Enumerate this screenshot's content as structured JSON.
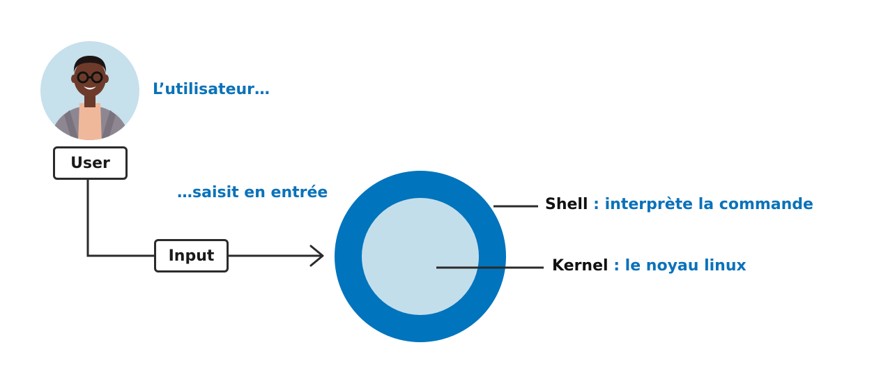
{
  "user": {
    "box_label": "User",
    "caption": "L’utilisateur…"
  },
  "input": {
    "box_label": "Input",
    "caption": "…saisit en entrée"
  },
  "shell": {
    "term": "Shell",
    "description": " : interprète la commande"
  },
  "kernel": {
    "term": "Kernel",
    "description": " : le noyau linux"
  },
  "colors": {
    "shell_ring": "#0074bd",
    "kernel_core": "#c3deeb",
    "caption_text": "#0b72b9",
    "avatar_background": "#c6e0ec",
    "connector": "#2b2b2b"
  },
  "icons": {
    "user_avatar": "person-with-glasses-avatar"
  }
}
